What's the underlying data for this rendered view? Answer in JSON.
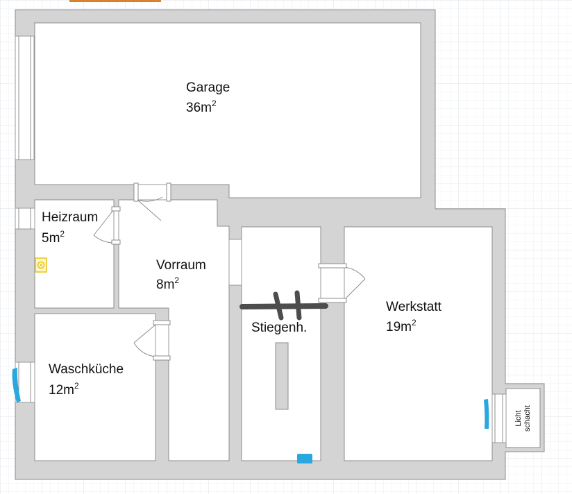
{
  "colors": {
    "background": "#ffffff",
    "grid_minor": "#eceff2",
    "grid_major": "#dde2e7",
    "wall": "#d4d4d4",
    "wall_outline": "#8c8c8c",
    "floor": "#ffffff",
    "stair_bar": "#4d4d4d",
    "marker_blue": "#29a8e0",
    "marker_orange": "#d9822b",
    "boiler_yellow": "#e8c413"
  },
  "rooms": [
    {
      "id": "garage",
      "name": "Garage",
      "area": "36m",
      "area_sup": "2"
    },
    {
      "id": "heizraum",
      "name": "Heizraum",
      "area": "5m",
      "area_sup": "2"
    },
    {
      "id": "vorraum",
      "name": "Vorraum",
      "area": "8m",
      "area_sup": "2"
    },
    {
      "id": "stiegenhaus",
      "name": "Stiegenh.",
      "area": "",
      "area_sup": ""
    },
    {
      "id": "werkstatt",
      "name": "Werkstatt",
      "area": "19m",
      "area_sup": "2"
    },
    {
      "id": "waschkueche",
      "name": "Waschküche",
      "area": "12m",
      "area_sup": "2"
    }
  ],
  "lichtschacht": {
    "line1": "Licht",
    "line2": "schacht"
  },
  "icons": {
    "boiler": "boiler-icon",
    "stair": "stair-icon",
    "marker": "highlight-marker-icon"
  }
}
